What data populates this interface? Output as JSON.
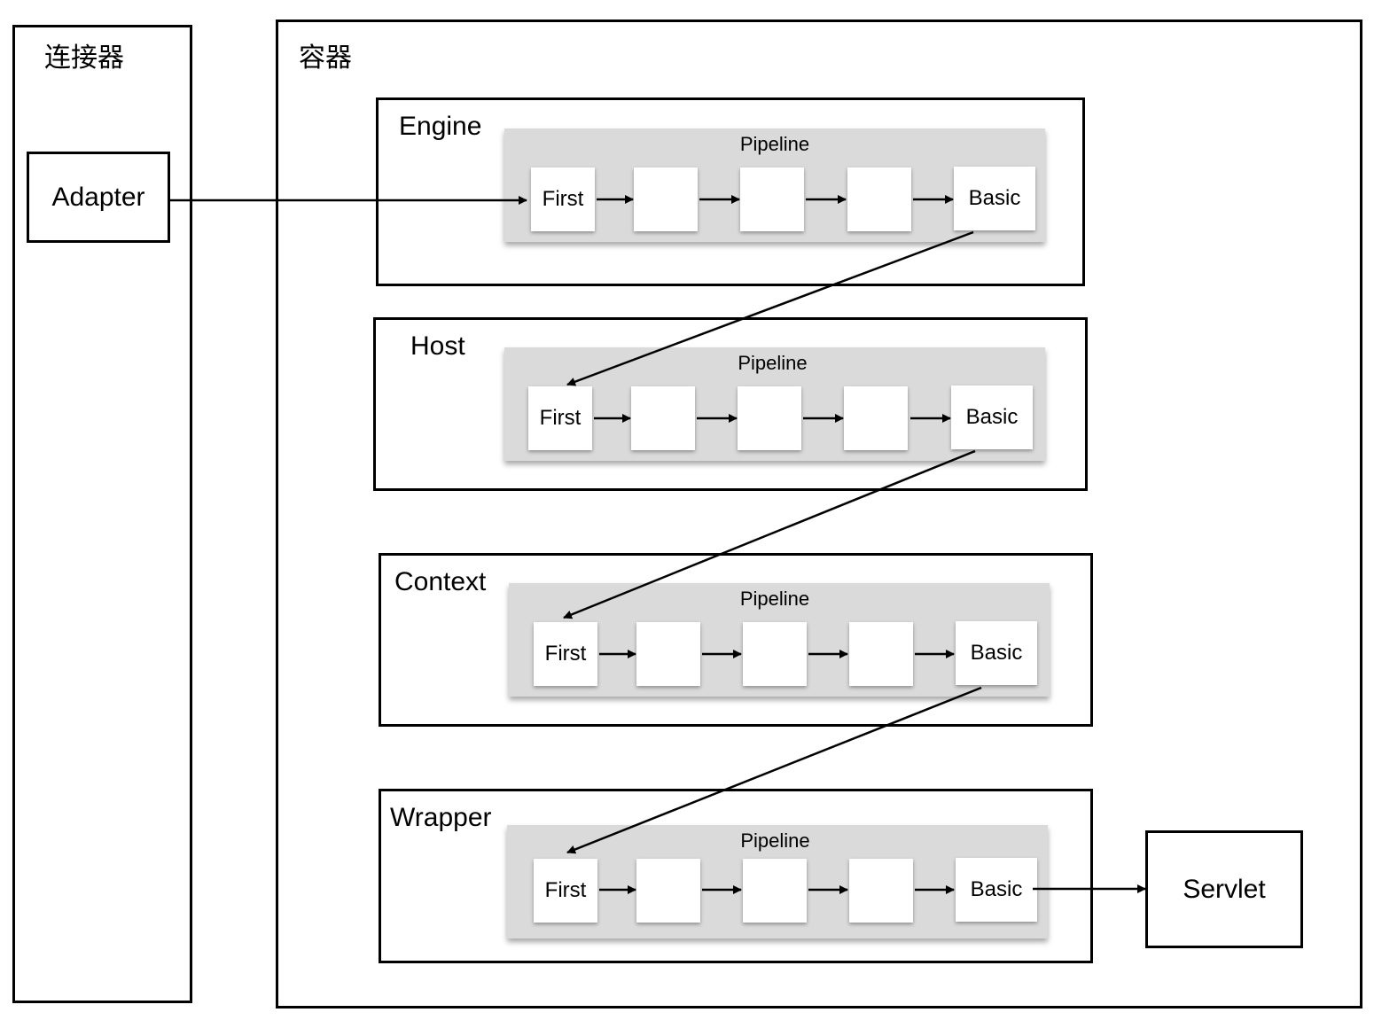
{
  "connector": {
    "title": "连接器",
    "adapter_label": "Adapter"
  },
  "container": {
    "title": "容器",
    "levels": [
      {
        "name": "Engine",
        "pipeline_label": "Pipeline",
        "first_label": "First",
        "basic_label": "Basic"
      },
      {
        "name": "Host",
        "pipeline_label": "Pipeline",
        "first_label": "First",
        "basic_label": "Basic"
      },
      {
        "name": "Context",
        "pipeline_label": "Pipeline",
        "first_label": "First",
        "basic_label": "Basic"
      },
      {
        "name": "Wrapper",
        "pipeline_label": "Pipeline",
        "first_label": "First",
        "basic_label": "Basic"
      }
    ]
  },
  "servlet_label": "Servlet"
}
